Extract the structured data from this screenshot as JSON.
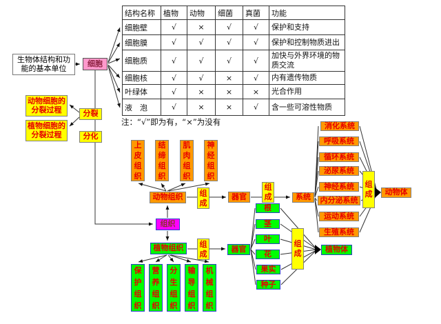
{
  "root": {
    "label": "生物体结构和功能的基本单位"
  },
  "cell": {
    "label": "细胞"
  },
  "table": {
    "headers": [
      "结构名称",
      "植物",
      "动物",
      "细菌",
      "真菌",
      "功能"
    ],
    "rows": [
      [
        "细胞壁",
        "√",
        "×",
        "√",
        "√",
        "保护和支持"
      ],
      [
        "细胞膜",
        "√",
        "√",
        "√",
        "√",
        "保护和控制物质进出"
      ],
      [
        "细胞质",
        "√",
        "√",
        "√",
        "√",
        "加快与外界环境的物质交流"
      ],
      [
        "细胞核",
        "√",
        "√",
        "×",
        "√",
        "内有遗传物质"
      ],
      [
        "叶绿体",
        "√",
        "×",
        "×",
        "×",
        "光合作用"
      ],
      [
        "液　泡",
        "√",
        "×",
        "×",
        "√",
        "含一些可溶性物质"
      ]
    ],
    "note": "注：“√”即为有，“×”为没有"
  },
  "division": {
    "animal_process": "动物细胞的分裂过程",
    "plant_process": "植物细胞的分裂过程",
    "split": "分裂",
    "differentiate": "分化"
  },
  "tissue": {
    "node": "组织",
    "animal": "动物组织",
    "plant": "植物组织",
    "animal_types": [
      "上皮组织",
      "结缔组织",
      "肌肉组织",
      "神经组织"
    ],
    "plant_types": [
      "保护组织",
      "营养组织",
      "分生组织",
      "输导组织",
      "机械组织"
    ]
  },
  "compose_label": "组成",
  "organ": {
    "animal": "器官",
    "plant": "器官"
  },
  "system": {
    "label": "系统",
    "types": [
      "消化系统",
      "呼吸系统",
      "循环系统",
      "泌尿系统",
      "神经系统",
      "内分泌系统",
      "运动系统",
      "生殖系统"
    ]
  },
  "plant_organs": [
    "根",
    "茎",
    "叶",
    "花",
    "果实",
    "种子"
  ],
  "body": {
    "animal": "动物体",
    "plant": "植物体"
  },
  "colors": {
    "orange": "#FF9900",
    "yellow": "#FFFF00",
    "green": "#00FF00",
    "magenta": "#FF00FF",
    "pink": "#FF99CC",
    "label_red": "#E60000"
  }
}
